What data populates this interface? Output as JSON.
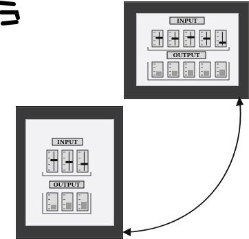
{
  "colors": {
    "bezel": "#3a3a3a",
    "screen": "#f2f2f4",
    "ink": "#111111",
    "label_fill": "#d8d8d8",
    "slot_fill": "#dcdcdc",
    "fill_level": "#9a9a9a"
  },
  "panels": [
    {
      "orientation": "landscape",
      "screen": {
        "input_label": "INPUT",
        "output_label": "OUTPUT",
        "input_sliders": [
          0.55,
          0.5,
          0.6,
          0.5,
          0.2
        ],
        "output_meters": [
          0.35,
          0.4,
          0.45,
          0.4,
          0.5
        ]
      }
    },
    {
      "orientation": "portrait",
      "screen": {
        "input_label": "INPUT",
        "output_label": "OUTPUT",
        "input_sliders": [
          0.55,
          0.45,
          0.35
        ],
        "output_meters": [
          0.3,
          0.45,
          0.5
        ]
      }
    }
  ],
  "arrow": {
    "direction": "bidirectional",
    "from": "panel-landscape",
    "to": "panel-portrait"
  }
}
